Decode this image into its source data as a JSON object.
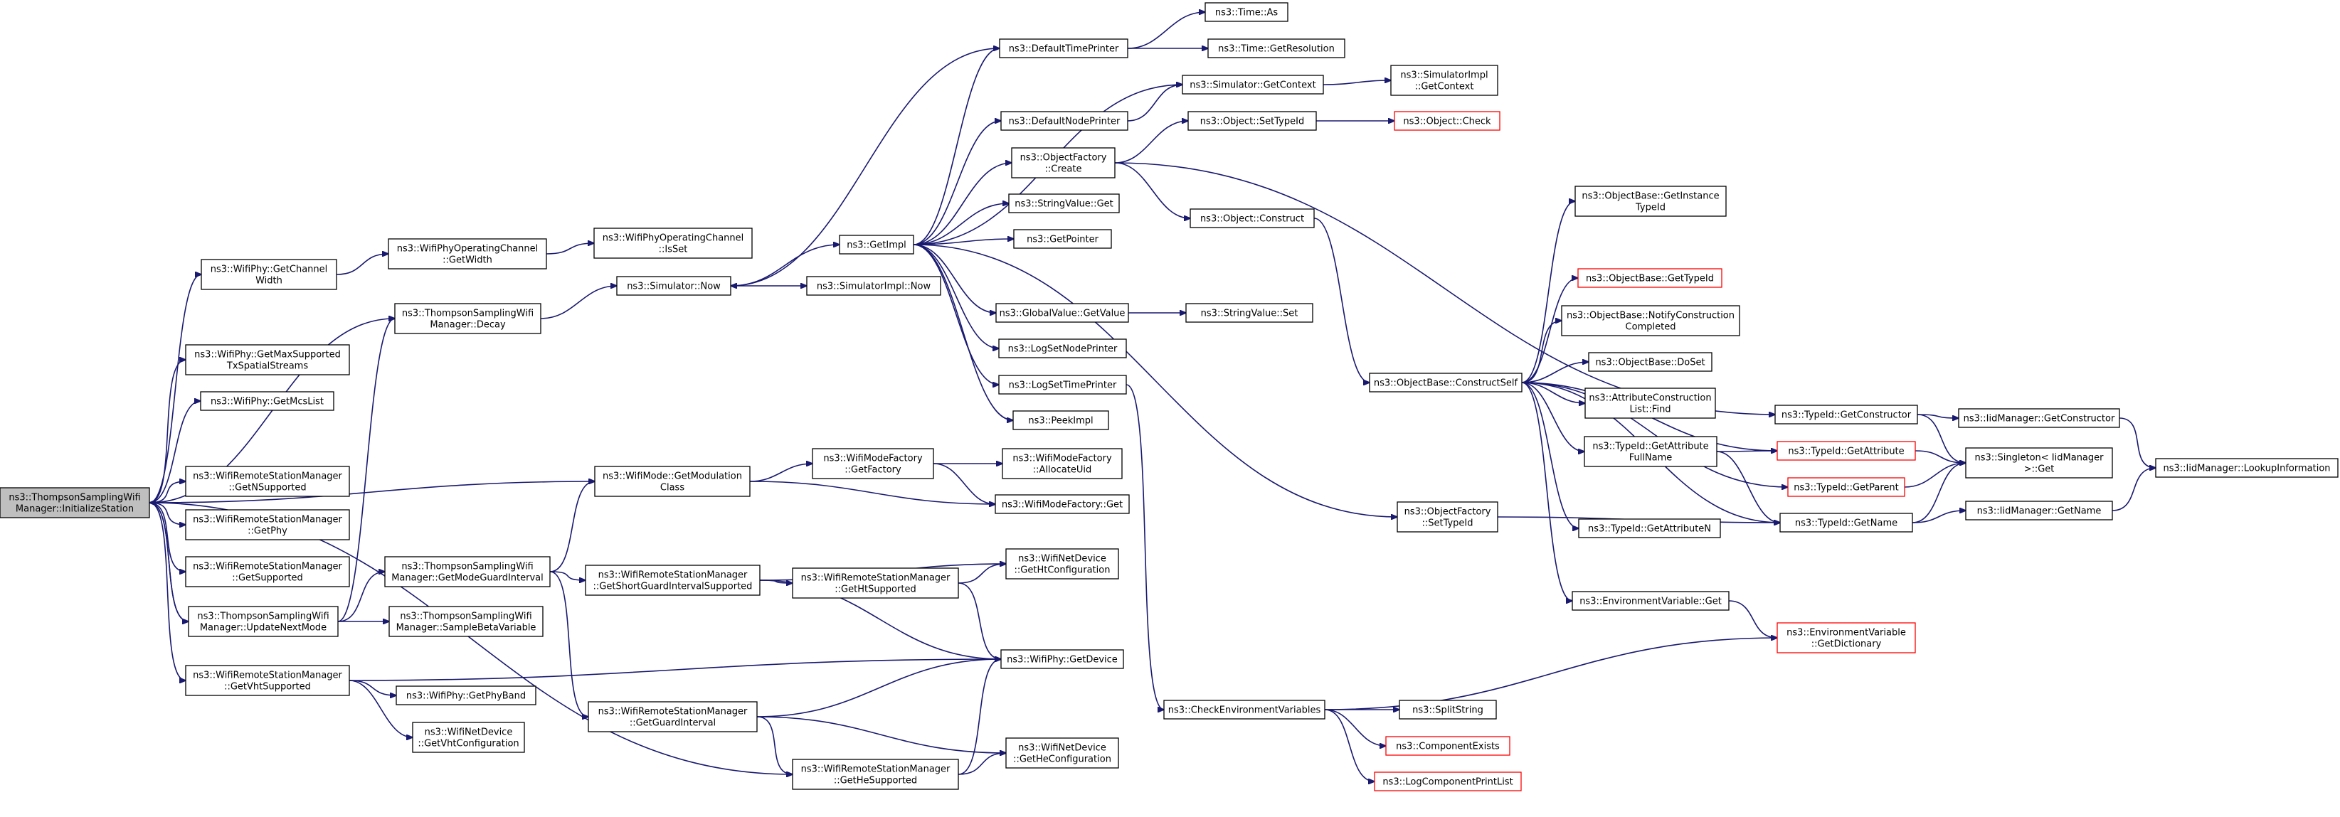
{
  "colors": {
    "edge": "#191970",
    "box": "#000000",
    "box_incomplete": "#ff0000",
    "root_fill": "#bfbfbf"
  },
  "nodes": [
    {
      "id": "root",
      "lines": [
        "ns3::ThompsonSamplingWifi",
        "Manager::InitializeStation"
      ],
      "style": "root"
    },
    {
      "id": "n_getchw",
      "lines": [
        "ns3::WifiPhy::GetChannel",
        "Width"
      ],
      "style": "normal"
    },
    {
      "id": "n_opch_getwidth",
      "lines": [
        "ns3::WifiPhyOperatingChannel",
        "::GetWidth"
      ],
      "style": "normal"
    },
    {
      "id": "n_opch_isset",
      "lines": [
        "ns3::WifiPhyOperatingChannel",
        "::IsSet"
      ],
      "style": "normal"
    },
    {
      "id": "n_decay",
      "lines": [
        "ns3::ThompsonSamplingWifi",
        "Manager::Decay"
      ],
      "style": "normal"
    },
    {
      "id": "n_sim_now",
      "lines": [
        "ns3::Simulator::Now"
      ],
      "style": "normal"
    },
    {
      "id": "n_simimpl_now",
      "lines": [
        "ns3::SimulatorImpl::Now"
      ],
      "style": "normal"
    },
    {
      "id": "n_getmaxss",
      "lines": [
        "ns3::WifiPhy::GetMaxSupported",
        "TxSpatialStreams"
      ],
      "style": "normal"
    },
    {
      "id": "n_getmcslist",
      "lines": [
        "ns3::WifiPhy::GetMcsList"
      ],
      "style": "normal"
    },
    {
      "id": "n_getnsupported",
      "lines": [
        "ns3::WifiRemoteStationManager",
        "::GetNSupported"
      ],
      "style": "normal"
    },
    {
      "id": "n_getphy",
      "lines": [
        "ns3::WifiRemoteStationManager",
        "::GetPhy"
      ],
      "style": "normal"
    },
    {
      "id": "n_getsupported",
      "lines": [
        "ns3::WifiRemoteStationManager",
        "::GetSupported"
      ],
      "style": "normal"
    },
    {
      "id": "n_updatenextmode",
      "lines": [
        "ns3::ThompsonSamplingWifi",
        "Manager::UpdateNextMode"
      ],
      "style": "normal"
    },
    {
      "id": "n_getvhtsupported",
      "lines": [
        "ns3::WifiRemoteStationManager",
        "::GetVhtSupported"
      ],
      "style": "normal"
    },
    {
      "id": "n_getmodeguard",
      "lines": [
        "ns3::ThompsonSamplingWifi",
        "Manager::GetModeGuardInterval"
      ],
      "style": "normal"
    },
    {
      "id": "n_samplebeta",
      "lines": [
        "ns3::ThompsonSamplingWifi",
        "Manager::SampleBetaVariable"
      ],
      "style": "normal"
    },
    {
      "id": "n_getmodclass",
      "lines": [
        "ns3::WifiMode::GetModulation",
        "Class"
      ],
      "style": "normal"
    },
    {
      "id": "n_getshortgi",
      "lines": [
        "ns3::WifiRemoteStationManager",
        "::GetShortGuardIntervalSupported"
      ],
      "style": "normal"
    },
    {
      "id": "n_getguardinterval",
      "lines": [
        "ns3::WifiRemoteStationManager",
        "::GetGuardInterval"
      ],
      "style": "normal"
    },
    {
      "id": "n_getphyband",
      "lines": [
        "ns3::WifiPhy::GetPhyBand"
      ],
      "style": "normal"
    },
    {
      "id": "n_getvhtconf",
      "lines": [
        "ns3::WifiNetDevice",
        "::GetVhtConfiguration"
      ],
      "style": "normal"
    },
    {
      "id": "n_modefactory_getfactory",
      "lines": [
        "ns3::WifiModeFactory",
        "::GetFactory"
      ],
      "style": "normal"
    },
    {
      "id": "n_getimpl",
      "lines": [
        "ns3::GetImpl"
      ],
      "style": "normal"
    },
    {
      "id": "n_gethtsupported",
      "lines": [
        "ns3::WifiRemoteStationManager",
        "::GetHtSupported"
      ],
      "style": "normal"
    },
    {
      "id": "n_gethesupported",
      "lines": [
        "ns3::WifiRemoteStationManager",
        "::GetHeSupported"
      ],
      "style": "normal"
    },
    {
      "id": "n_defaulttimeprinter",
      "lines": [
        "ns3::DefaultTimePrinter"
      ],
      "style": "normal"
    },
    {
      "id": "n_defaultnodeprinter",
      "lines": [
        "ns3::DefaultNodePrinter"
      ],
      "style": "normal"
    },
    {
      "id": "n_objfactory_create",
      "lines": [
        "ns3::ObjectFactory",
        "::Create"
      ],
      "style": "normal"
    },
    {
      "id": "n_stringvalue_get",
      "lines": [
        "ns3::StringValue::Get"
      ],
      "style": "normal"
    },
    {
      "id": "n_getpointer",
      "lines": [
        "ns3::GetPointer"
      ],
      "style": "normal"
    },
    {
      "id": "n_globalvalue_getvalue",
      "lines": [
        "ns3::GlobalValue::GetValue"
      ],
      "style": "normal"
    },
    {
      "id": "n_logsetnodeprinter",
      "lines": [
        "ns3::LogSetNodePrinter"
      ],
      "style": "normal"
    },
    {
      "id": "n_logsettimeprinter",
      "lines": [
        "ns3::LogSetTimePrinter"
      ],
      "style": "normal"
    },
    {
      "id": "n_peekimpl",
      "lines": [
        "ns3::PeekImpl"
      ],
      "style": "normal"
    },
    {
      "id": "n_modefactory_allocateuid",
      "lines": [
        "ns3::WifiModeFactory",
        "::AllocateUid"
      ],
      "style": "normal"
    },
    {
      "id": "n_modefactory_get",
      "lines": [
        "ns3::WifiModeFactory::Get"
      ],
      "style": "normal"
    },
    {
      "id": "n_gethtconf",
      "lines": [
        "ns3::WifiNetDevice",
        "::GetHtConfiguration"
      ],
      "style": "normal"
    },
    {
      "id": "n_getdevice",
      "lines": [
        "ns3::WifiPhy::GetDevice"
      ],
      "style": "normal"
    },
    {
      "id": "n_getheconf",
      "lines": [
        "ns3::WifiNetDevice",
        "::GetHeConfiguration"
      ],
      "style": "normal"
    },
    {
      "id": "n_time_as",
      "lines": [
        "ns3::Time::As"
      ],
      "style": "normal"
    },
    {
      "id": "n_time_getresolution",
      "lines": [
        "ns3::Time::GetResolution"
      ],
      "style": "normal"
    },
    {
      "id": "n_sim_getcontext",
      "lines": [
        "ns3::Simulator::GetContext"
      ],
      "style": "normal"
    },
    {
      "id": "n_object_settypeid",
      "lines": [
        "ns3::Object::SetTypeId"
      ],
      "style": "normal"
    },
    {
      "id": "n_object_construct",
      "lines": [
        "ns3::Object::Construct"
      ],
      "style": "normal"
    },
    {
      "id": "n_stringvalue_set",
      "lines": [
        "ns3::StringValue::Set"
      ],
      "style": "normal"
    },
    {
      "id": "n_checkenvvars",
      "lines": [
        "ns3::CheckEnvironmentVariables"
      ],
      "style": "normal"
    },
    {
      "id": "n_simimpl_getcontext",
      "lines": [
        "ns3::SimulatorImpl",
        "::GetContext"
      ],
      "style": "normal"
    },
    {
      "id": "n_object_check",
      "lines": [
        "ns3::Object::Check"
      ],
      "style": "red"
    },
    {
      "id": "n_objfactory_settypeid",
      "lines": [
        "ns3::ObjectFactory",
        "::SetTypeId"
      ],
      "style": "normal"
    },
    {
      "id": "n_objbase_constructself",
      "lines": [
        "ns3::ObjectBase::ConstructSelf"
      ],
      "style": "normal"
    },
    {
      "id": "n_splitstring",
      "lines": [
        "ns3::SplitString"
      ],
      "style": "normal"
    },
    {
      "id": "n_componentexists",
      "lines": [
        "ns3::ComponentExists"
      ],
      "style": "red"
    },
    {
      "id": "n_logcomponentprintlist",
      "lines": [
        "ns3::LogComponentPrintList"
      ],
      "style": "red"
    },
    {
      "id": "n_objbase_getinstancetypeid",
      "lines": [
        "ns3::ObjectBase::GetInstance",
        "TypeId"
      ],
      "style": "normal"
    },
    {
      "id": "n_objbase_gettypeid",
      "lines": [
        "ns3::ObjectBase::GetTypeId"
      ],
      "style": "red"
    },
    {
      "id": "n_objbase_notifyconstruction",
      "lines": [
        "ns3::ObjectBase::NotifyConstruction",
        "Completed"
      ],
      "style": "normal"
    },
    {
      "id": "n_objbase_doset",
      "lines": [
        "ns3::ObjectBase::DoSet"
      ],
      "style": "normal"
    },
    {
      "id": "n_attrconstructionlist_find",
      "lines": [
        "ns3::AttributeConstruction",
        "List::Find"
      ],
      "style": "normal"
    },
    {
      "id": "n_typeid_getattributefullname",
      "lines": [
        "ns3::TypeId::GetAttribute",
        "FullName"
      ],
      "style": "normal"
    },
    {
      "id": "n_typeid_getattributen",
      "lines": [
        "ns3::TypeId::GetAttributeN"
      ],
      "style": "normal"
    },
    {
      "id": "n_envvar_get",
      "lines": [
        "ns3::EnvironmentVariable::Get"
      ],
      "style": "normal"
    },
    {
      "id": "n_typeid_getconstructor",
      "lines": [
        "ns3::TypeId::GetConstructor"
      ],
      "style": "normal"
    },
    {
      "id": "n_typeid_getattribute",
      "lines": [
        "ns3::TypeId::GetAttribute"
      ],
      "style": "red"
    },
    {
      "id": "n_typeid_getparent",
      "lines": [
        "ns3::TypeId::GetParent"
      ],
      "style": "red"
    },
    {
      "id": "n_typeid_getname",
      "lines": [
        "ns3::TypeId::GetName"
      ],
      "style": "normal"
    },
    {
      "id": "n_envvar_getdictionary",
      "lines": [
        "ns3::EnvironmentVariable",
        "::GetDictionary"
      ],
      "style": "red"
    },
    {
      "id": "n_iidmanager_getconstructor",
      "lines": [
        "ns3::IidManager::GetConstructor"
      ],
      "style": "normal"
    },
    {
      "id": "n_singleton_get",
      "lines": [
        "ns3::Singleton< IidManager",
        ">::Get"
      ],
      "style": "normal"
    },
    {
      "id": "n_iidmanager_getname",
      "lines": [
        "ns3::IidManager::GetName"
      ],
      "style": "normal"
    },
    {
      "id": "n_iidmanager_lookupinformation",
      "lines": [
        "ns3::IidManager::LookupInformation"
      ],
      "style": "normal"
    }
  ],
  "edges": [
    [
      "root",
      "n_getchw"
    ],
    [
      "root",
      "n_decay"
    ],
    [
      "root",
      "n_getmaxss"
    ],
    [
      "root",
      "n_getmcslist"
    ],
    [
      "root",
      "n_getmodclass"
    ],
    [
      "root",
      "n_getnsupported"
    ],
    [
      "root",
      "n_getphy"
    ],
    [
      "root",
      "n_getsupported"
    ],
    [
      "root",
      "n_updatenextmode"
    ],
    [
      "root",
      "n_getvhtsupported"
    ],
    [
      "root",
      "n_gethesupported"
    ],
    [
      "n_getchw",
      "n_opch_getwidth"
    ],
    [
      "n_opch_getwidth",
      "n_opch_isset"
    ],
    [
      "n_decay",
      "n_sim_now"
    ],
    [
      "n_sim_now",
      "n_getimpl"
    ],
    [
      "n_sim_now",
      "n_simimpl_now"
    ],
    [
      "n_updatenextmode",
      "root"
    ],
    [
      "n_updatenextmode",
      "n_decay"
    ],
    [
      "n_updatenextmode",
      "n_getmodeguard"
    ],
    [
      "n_updatenextmode",
      "n_samplebeta"
    ],
    [
      "n_getmodeguard",
      "n_getmodclass"
    ],
    [
      "n_getmodeguard",
      "n_getshortgi"
    ],
    [
      "n_getmodeguard",
      "n_getguardinterval"
    ],
    [
      "n_getmodclass",
      "n_modefactory_getfactory"
    ],
    [
      "n_getmodclass",
      "n_modefactory_get"
    ],
    [
      "n_modefactory_getfactory",
      "n_modefactory_allocateuid"
    ],
    [
      "n_modefactory_getfactory",
      "n_modefactory_get"
    ],
    [
      "n_getshortgi",
      "n_gethtsupported"
    ],
    [
      "n_getshortgi",
      "n_gethtconf"
    ],
    [
      "n_getshortgi",
      "n_getdevice"
    ],
    [
      "n_gethtsupported",
      "n_gethtconf"
    ],
    [
      "n_gethtsupported",
      "n_getdevice"
    ],
    [
      "n_getguardinterval",
      "n_getdevice"
    ],
    [
      "n_getguardinterval",
      "n_gethesupported"
    ],
    [
      "n_getguardinterval",
      "n_getheconf"
    ],
    [
      "n_gethesupported",
      "n_getdevice"
    ],
    [
      "n_gethesupported",
      "n_getheconf"
    ],
    [
      "n_getvhtsupported",
      "n_getdevice"
    ],
    [
      "n_getvhtsupported",
      "n_getphyband"
    ],
    [
      "n_getvhtsupported",
      "n_getvhtconf"
    ],
    [
      "n_getimpl",
      "n_defaulttimeprinter"
    ],
    [
      "n_getimpl",
      "n_sim_getcontext"
    ],
    [
      "n_getimpl",
      "n_defaultnodeprinter"
    ],
    [
      "n_getimpl",
      "n_objfactory_create"
    ],
    [
      "n_getimpl",
      "n_stringvalue_get"
    ],
    [
      "n_getimpl",
      "n_getpointer"
    ],
    [
      "n_getimpl",
      "n_globalvalue_getvalue"
    ],
    [
      "n_getimpl",
      "n_logsetnodeprinter"
    ],
    [
      "n_getimpl",
      "n_logsettimeprinter"
    ],
    [
      "n_getimpl",
      "n_peekimpl"
    ],
    [
      "n_getimpl",
      "n_objfactory_settypeid"
    ],
    [
      "n_defaulttimeprinter",
      "n_time_as"
    ],
    [
      "n_defaulttimeprinter",
      "n_time_getresolution"
    ],
    [
      "n_defaulttimeprinter",
      "n_sim_now"
    ],
    [
      "n_defaultnodeprinter",
      "n_sim_getcontext"
    ],
    [
      "n_sim_getcontext",
      "n_simimpl_getcontext"
    ],
    [
      "n_objfactory_create",
      "n_object_settypeid"
    ],
    [
      "n_objfactory_create",
      "n_object_construct"
    ],
    [
      "n_objfactory_create",
      "n_typeid_getconstructor"
    ],
    [
      "n_object_settypeid",
      "n_object_check"
    ],
    [
      "n_object_construct",
      "n_objbase_constructself"
    ],
    [
      "n_globalvalue_getvalue",
      "n_stringvalue_set"
    ],
    [
      "n_logsettimeprinter",
      "n_checkenvvars"
    ],
    [
      "n_checkenvvars",
      "n_envvar_getdictionary"
    ],
    [
      "n_checkenvvars",
      "n_splitstring"
    ],
    [
      "n_checkenvvars",
      "n_componentexists"
    ],
    [
      "n_checkenvvars",
      "n_logcomponentprintlist"
    ],
    [
      "n_objfactory_settypeid",
      "n_typeid_getname"
    ],
    [
      "n_objbase_constructself",
      "n_objbase_getinstancetypeid"
    ],
    [
      "n_objbase_constructself",
      "n_typeid_getattribute"
    ],
    [
      "n_objbase_constructself",
      "n_objbase_gettypeid"
    ],
    [
      "n_objbase_constructself",
      "n_objbase_notifyconstruction"
    ],
    [
      "n_objbase_constructself",
      "n_objbase_doset"
    ],
    [
      "n_objbase_constructself",
      "n_attrconstructionlist_find"
    ],
    [
      "n_objbase_constructself",
      "n_typeid_getattributefullname"
    ],
    [
      "n_objbase_constructself",
      "n_typeid_getparent"
    ],
    [
      "n_objbase_constructself",
      "n_typeid_getattributen"
    ],
    [
      "n_objbase_constructself",
      "n_typeid_getname"
    ],
    [
      "n_objbase_constructself",
      "n_envvar_get"
    ],
    [
      "n_typeid_getattributefullname",
      "n_typeid_getattribute"
    ],
    [
      "n_typeid_getattributefullname",
      "n_typeid_getname"
    ],
    [
      "n_envvar_get",
      "n_envvar_getdictionary"
    ],
    [
      "n_typeid_getconstructor",
      "n_iidmanager_getconstructor"
    ],
    [
      "n_typeid_getconstructor",
      "n_singleton_get"
    ],
    [
      "n_typeid_getattribute",
      "n_singleton_get"
    ],
    [
      "n_typeid_getparent",
      "n_singleton_get"
    ],
    [
      "n_typeid_getname",
      "n_iidmanager_getname"
    ],
    [
      "n_typeid_getname",
      "n_singleton_get"
    ],
    [
      "n_iidmanager_getconstructor",
      "n_iidmanager_lookupinformation"
    ],
    [
      "n_iidmanager_getname",
      "n_iidmanager_lookupinformation"
    ]
  ]
}
